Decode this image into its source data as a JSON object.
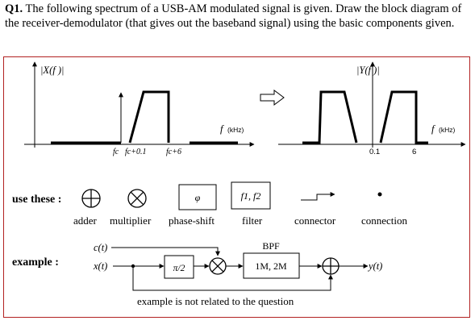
{
  "question": {
    "number": "Q1.",
    "text": "The following spectrum of a USB-AM modulated signal is given. Draw the block diagram of the receiver-demodulator (that gives out the baseband signal) using the basic components given."
  },
  "spectrum_left": {
    "ylabel": "|X(f )|",
    "xlabel": "f",
    "xunit": "(kHz)",
    "ticks": [
      "fc",
      "fc+0.1",
      "fc+6"
    ]
  },
  "spectrum_right": {
    "ylabel": "|Y(f )|",
    "xlabel": "f",
    "xunit": "(kHz)",
    "ticks": [
      "0.1",
      "6"
    ]
  },
  "use_these": {
    "label": "use these :",
    "items": [
      {
        "name": "adder",
        "caption": "adder"
      },
      {
        "name": "multiplier",
        "caption": "multiplier"
      },
      {
        "name": "phase-shift",
        "caption": "phase-shift",
        "symbol": "φ"
      },
      {
        "name": "filter",
        "caption": "filter",
        "symbol": "f1, f2"
      },
      {
        "name": "connector",
        "caption": "connector"
      },
      {
        "name": "connection",
        "caption": "connection"
      }
    ]
  },
  "example": {
    "label": "example :",
    "input_c": "c(t)",
    "input_x": "x(t)",
    "phase_block": "π/2",
    "bpf_label": "BPF",
    "bpf_block": "1M, 2M",
    "output": "y(t)",
    "note": "example is not related to the question"
  }
}
